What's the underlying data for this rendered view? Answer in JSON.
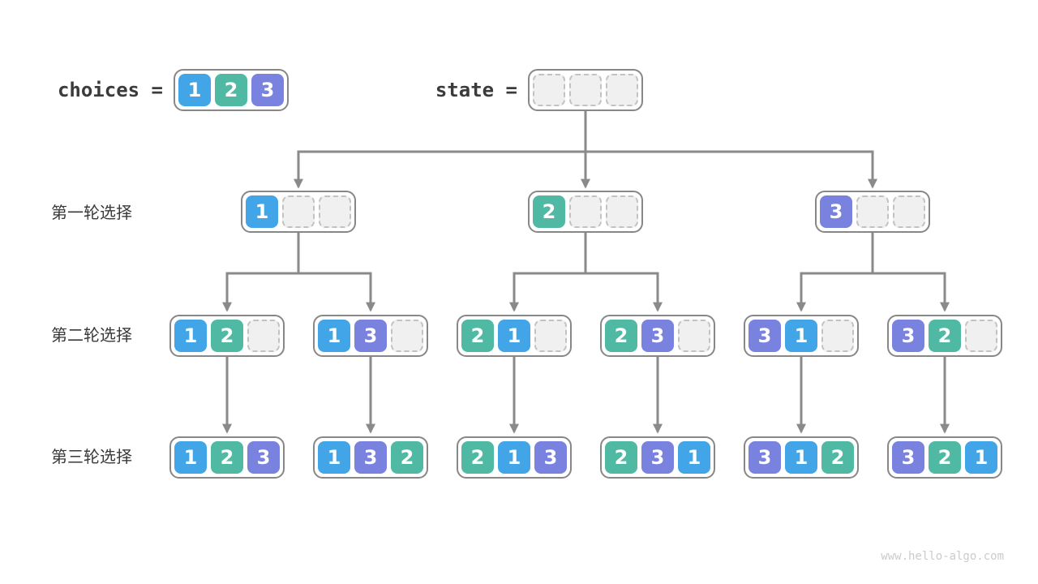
{
  "palette": {
    "blue": "#42A5E8",
    "teal": "#4FB9A3",
    "purple": "#7A82DF",
    "empty_fill": "#F0F0F0",
    "empty_dash": "#C2C2C2",
    "box_border": "#878787",
    "arrow": "#8A8A8A",
    "label_text": "#3B3B3B",
    "watermark_text": "#CBCBCB"
  },
  "value_colors": {
    "1": "blue",
    "2": "teal",
    "3": "purple"
  },
  "header": {
    "choices_label": "choices =",
    "choices_cells": [
      1,
      2,
      3
    ],
    "state_label": "state =",
    "state_cells": [
      null,
      null,
      null
    ]
  },
  "rounds": [
    {
      "label": "第一轮选择",
      "nodes": [
        [
          1,
          null,
          null
        ],
        [
          2,
          null,
          null
        ],
        [
          3,
          null,
          null
        ]
      ]
    },
    {
      "label": "第二轮选择",
      "nodes": [
        [
          1,
          2,
          null
        ],
        [
          1,
          3,
          null
        ],
        [
          2,
          1,
          null
        ],
        [
          2,
          3,
          null
        ],
        [
          3,
          1,
          null
        ],
        [
          3,
          2,
          null
        ]
      ]
    },
    {
      "label": "第三轮选择",
      "nodes": [
        [
          1,
          2,
          3
        ],
        [
          1,
          3,
          2
        ],
        [
          2,
          1,
          3
        ],
        [
          2,
          3,
          1
        ],
        [
          3,
          1,
          2
        ],
        [
          3,
          2,
          1
        ]
      ]
    }
  ],
  "watermark": "www.hello-algo.com"
}
